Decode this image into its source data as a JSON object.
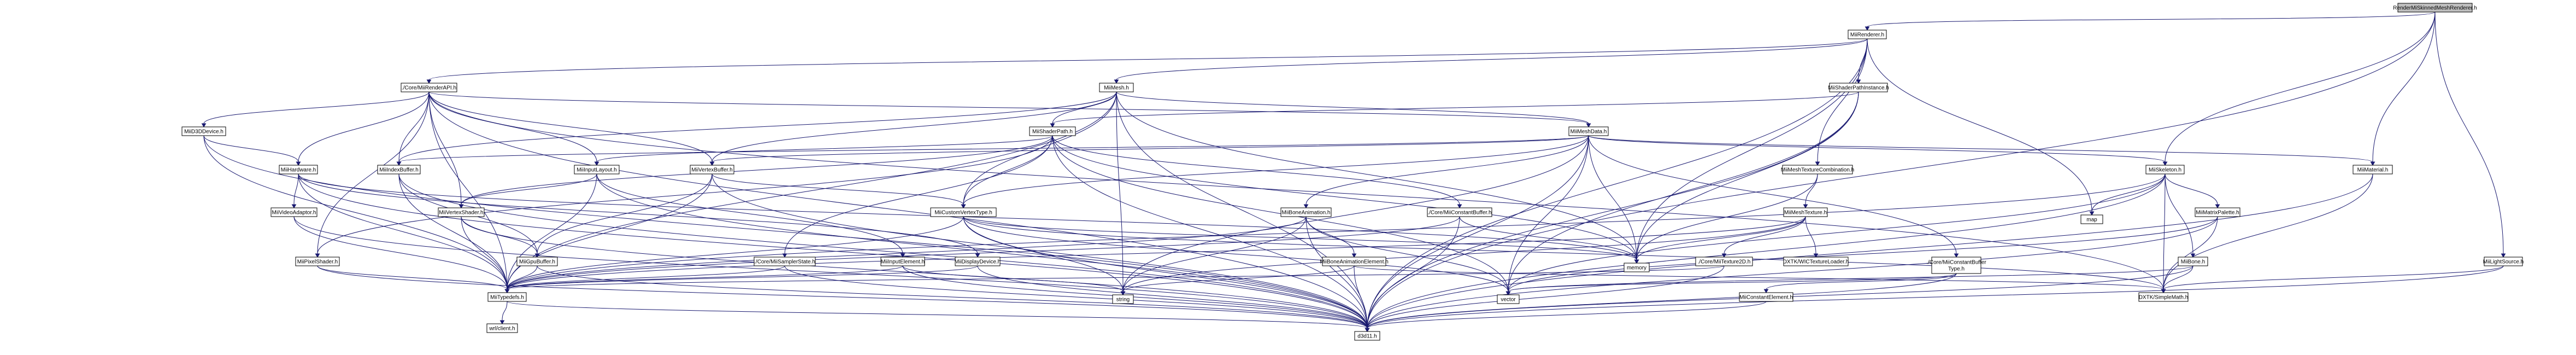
{
  "title": "RenderMiSkinnedMeshRenderer.h",
  "nodes": [
    {
      "id": "root",
      "label": "RenderMiSkinnedMeshRenderer.h",
      "root": true
    },
    {
      "id": "mirenderer",
      "label": "MiiRenderer.h"
    },
    {
      "id": "corerenderapi",
      "label": "./Core/MiiRenderAPI.h"
    },
    {
      "id": "mimesh",
      "label": "MiiMesh.h"
    },
    {
      "id": "shaderpathinstance",
      "label": "MiiShaderPathInstance.h"
    },
    {
      "id": "d3ddevice",
      "label": "MiiD3DDevice.h"
    },
    {
      "id": "shaderpath",
      "label": "MiiShaderPath.h"
    },
    {
      "id": "meshdata",
      "label": "MiiMeshData.h"
    },
    {
      "id": "hardware",
      "label": "MiiHardware.h"
    },
    {
      "id": "indexbuffer",
      "label": "MiiIndexBuffer.h"
    },
    {
      "id": "inputlayout",
      "label": "MiiInputLayout.h"
    },
    {
      "id": "vertexbuffer",
      "label": "MiiVertexBuffer.h"
    },
    {
      "id": "meshtexcomb",
      "label": "MiiMeshTextureCombination.h"
    },
    {
      "id": "skeleton",
      "label": "MiiSkeleton.h"
    },
    {
      "id": "material",
      "label": "MiiMaterial.h"
    },
    {
      "id": "videoadaptor",
      "label": "MiiVideoAdaptor.h"
    },
    {
      "id": "vertexshader",
      "label": "MiiVertexShader.h"
    },
    {
      "id": "customvertextype",
      "label": "MiiCustomVertexType.h"
    },
    {
      "id": "boneanimation",
      "label": "MiiBoneAnimation.h"
    },
    {
      "id": "coreconstbuffer",
      "label": "./Core/MiiConstantBuffer.h"
    },
    {
      "id": "meshtexture",
      "label": "MiiMeshTexture.h"
    },
    {
      "id": "map",
      "label": "map"
    },
    {
      "id": "matrixpalette",
      "label": "MiiMatrixPalette.h"
    },
    {
      "id": "pixelshader",
      "label": "MiiPixelShader.h"
    },
    {
      "id": "gpubuffer",
      "label": "MiiGpuBuffer.h"
    },
    {
      "id": "coresamplerstate",
      "label": "./Core/MiiSamplerState.h"
    },
    {
      "id": "inputelement",
      "label": "MiiInputElement.h"
    },
    {
      "id": "displaydevice",
      "label": "MiiDisplayDevice.h"
    },
    {
      "id": "boneanimelement",
      "label": "MiiBoneAnimationElement.h"
    },
    {
      "id": "memory",
      "label": "memory"
    },
    {
      "id": "coretexture2d",
      "label": "./Core/MiiTexture2D.h"
    },
    {
      "id": "dxtkwic",
      "label": "DXTK/WICTextureLoader.h"
    },
    {
      "id": "coreconstbuftype",
      "label": "./Core/MiiConstantBuffer Type.h"
    },
    {
      "id": "bone",
      "label": "MiiBone.h"
    },
    {
      "id": "lightsource",
      "label": "MiiLightSource.h"
    },
    {
      "id": "typedefs",
      "label": "MiiTypedefs.h"
    },
    {
      "id": "string",
      "label": "string"
    },
    {
      "id": "vector",
      "label": "vector"
    },
    {
      "id": "constelement",
      "label": "MiiConstantElement.h"
    },
    {
      "id": "simplemath",
      "label": "DXTK/SimpleMath.h"
    },
    {
      "id": "wrlclient",
      "label": "wrl/client.h"
    },
    {
      "id": "d3d11",
      "label": "d3d11.h"
    }
  ],
  "edges": [
    [
      "root",
      "mirenderer"
    ],
    [
      "root",
      "skeleton"
    ],
    [
      "root",
      "material"
    ],
    [
      "root",
      "lightsource"
    ],
    [
      "root",
      "d3d11"
    ],
    [
      "mirenderer",
      "corerenderapi"
    ],
    [
      "mirenderer",
      "mimesh"
    ],
    [
      "mirenderer",
      "shaderpathinstance"
    ],
    [
      "mirenderer",
      "meshtexcomb"
    ],
    [
      "mirenderer",
      "map"
    ],
    [
      "mirenderer",
      "memory"
    ],
    [
      "mirenderer",
      "d3d11"
    ],
    [
      "corerenderapi",
      "d3ddevice"
    ],
    [
      "corerenderapi",
      "hardware"
    ],
    [
      "corerenderapi",
      "indexbuffer"
    ],
    [
      "corerenderapi",
      "inputlayout"
    ],
    [
      "corerenderapi",
      "vertexbuffer"
    ],
    [
      "corerenderapi",
      "vertexshader"
    ],
    [
      "corerenderapi",
      "pixelshader"
    ],
    [
      "corerenderapi",
      "typedefs"
    ],
    [
      "corerenderapi",
      "d3d11"
    ],
    [
      "corerenderapi",
      "simplemath"
    ],
    [
      "corerenderapi",
      "meshdata"
    ],
    [
      "mimesh",
      "meshdata"
    ],
    [
      "mimesh",
      "shaderpath"
    ],
    [
      "mimesh",
      "vertexbuffer"
    ],
    [
      "mimesh",
      "indexbuffer"
    ],
    [
      "mimesh",
      "customvertextype"
    ],
    [
      "mimesh",
      "memory"
    ],
    [
      "mimesh",
      "string"
    ],
    [
      "mimesh",
      "d3d11"
    ],
    [
      "mimesh",
      "typedefs"
    ],
    [
      "shaderpathinstance",
      "shaderpath"
    ],
    [
      "shaderpathinstance",
      "memory"
    ],
    [
      "shaderpathinstance",
      "vector"
    ],
    [
      "shaderpathinstance",
      "d3d11"
    ],
    [
      "d3ddevice",
      "hardware"
    ],
    [
      "d3ddevice",
      "typedefs"
    ],
    [
      "d3ddevice",
      "d3d11"
    ],
    [
      "shaderpath",
      "inputlayout"
    ],
    [
      "shaderpath",
      "vertexshader"
    ],
    [
      "shaderpath",
      "pixelshader"
    ],
    [
      "shaderpath",
      "customvertextype"
    ],
    [
      "shaderpath",
      "coreconstbuffer"
    ],
    [
      "shaderpath",
      "coresamplerstate"
    ],
    [
      "shaderpath",
      "memory"
    ],
    [
      "shaderpath",
      "vector"
    ],
    [
      "shaderpath",
      "d3d11"
    ],
    [
      "meshdata",
      "vertexbuffer"
    ],
    [
      "meshdata",
      "indexbuffer"
    ],
    [
      "meshdata",
      "customvertextype"
    ],
    [
      "meshdata",
      "boneanimation"
    ],
    [
      "meshdata",
      "skeleton"
    ],
    [
      "meshdata",
      "material"
    ],
    [
      "meshdata",
      "memory"
    ],
    [
      "meshdata",
      "vector"
    ],
    [
      "meshdata",
      "string"
    ],
    [
      "meshdata",
      "d3d11"
    ],
    [
      "meshdata",
      "coreconstbuftype"
    ],
    [
      "hardware",
      "videoadaptor"
    ],
    [
      "hardware",
      "displaydevice"
    ],
    [
      "hardware",
      "typedefs"
    ],
    [
      "hardware",
      "memory"
    ],
    [
      "hardware",
      "d3d11"
    ],
    [
      "indexbuffer",
      "gpubuffer"
    ],
    [
      "indexbuffer",
      "typedefs"
    ],
    [
      "indexbuffer",
      "d3d11"
    ],
    [
      "inputlayout",
      "vertexshader"
    ],
    [
      "inputlayout",
      "inputelement"
    ],
    [
      "inputlayout",
      "typedefs"
    ],
    [
      "inputlayout",
      "d3d11"
    ],
    [
      "vertexbuffer",
      "gpubuffer"
    ],
    [
      "vertexbuffer",
      "customvertextype"
    ],
    [
      "vertexbuffer",
      "typedefs"
    ],
    [
      "vertexbuffer",
      "d3d11"
    ],
    [
      "meshtexcomb",
      "meshtexture"
    ],
    [
      "meshtexcomb",
      "memory"
    ],
    [
      "skeleton",
      "bone"
    ],
    [
      "skeleton",
      "matrixpalette"
    ],
    [
      "skeleton",
      "map"
    ],
    [
      "skeleton",
      "vector"
    ],
    [
      "skeleton",
      "simplemath"
    ],
    [
      "skeleton",
      "d3d11"
    ],
    [
      "skeleton",
      "typedefs"
    ],
    [
      "material",
      "simplemath"
    ],
    [
      "material",
      "d3d11"
    ],
    [
      "videoadaptor",
      "typedefs"
    ],
    [
      "videoadaptor",
      "d3d11"
    ],
    [
      "vertexshader",
      "typedefs"
    ],
    [
      "vertexshader",
      "d3d11"
    ],
    [
      "vertexshader",
      "gpubuffer"
    ],
    [
      "customvertextype",
      "simplemath"
    ],
    [
      "customvertextype",
      "vector"
    ],
    [
      "customvertextype",
      "string"
    ],
    [
      "customvertextype",
      "typedefs"
    ],
    [
      "customvertextype",
      "d3d11"
    ],
    [
      "customvertextype",
      "memory"
    ],
    [
      "boneanimation",
      "boneanimelement"
    ],
    [
      "boneanimation",
      "string"
    ],
    [
      "boneanimation",
      "vector"
    ],
    [
      "boneanimation",
      "d3d11"
    ],
    [
      "boneanimation",
      "typedefs"
    ],
    [
      "coreconstbuffer",
      "typedefs"
    ],
    [
      "coreconstbuffer",
      "d3d11"
    ],
    [
      "coreconstbuffer",
      "memory"
    ],
    [
      "meshtexture",
      "coretexture2d"
    ],
    [
      "meshtexture",
      "dxtkwic"
    ],
    [
      "meshtexture",
      "memory"
    ],
    [
      "meshtexture",
      "string"
    ],
    [
      "meshtexture",
      "typedefs"
    ],
    [
      "matrixpalette",
      "simplemath"
    ],
    [
      "matrixpalette",
      "vector"
    ],
    [
      "matrixpalette",
      "d3d11"
    ],
    [
      "pixelshader",
      "typedefs"
    ],
    [
      "pixelshader",
      "d3d11"
    ],
    [
      "gpubuffer",
      "typedefs"
    ],
    [
      "gpubuffer",
      "d3d11"
    ],
    [
      "coresamplerstate",
      "typedefs"
    ],
    [
      "coresamplerstate",
      "d3d11"
    ],
    [
      "inputelement",
      "typedefs"
    ],
    [
      "inputelement",
      "string"
    ],
    [
      "inputelement",
      "d3d11"
    ],
    [
      "displaydevice",
      "typedefs"
    ],
    [
      "displaydevice",
      "d3d11"
    ],
    [
      "boneanimelement",
      "simplemath"
    ],
    [
      "boneanimelement",
      "string"
    ],
    [
      "boneanimelement",
      "d3d11"
    ],
    [
      "coretexture2d",
      "d3d11"
    ],
    [
      "coretexture2d",
      "typedefs"
    ],
    [
      "coreconstbuftype",
      "constelement"
    ],
    [
      "coreconstbuftype",
      "vector"
    ],
    [
      "coreconstbuftype",
      "d3d11"
    ],
    [
      "bone",
      "simplemath"
    ],
    [
      "bone",
      "vector"
    ],
    [
      "bone",
      "d3d11"
    ],
    [
      "lightsource",
      "simplemath"
    ],
    [
      "lightsource",
      "d3d11"
    ],
    [
      "constelement",
      "d3d11"
    ],
    [
      "typedefs",
      "wrlclient"
    ],
    [
      "typedefs",
      "d3d11"
    ]
  ]
}
